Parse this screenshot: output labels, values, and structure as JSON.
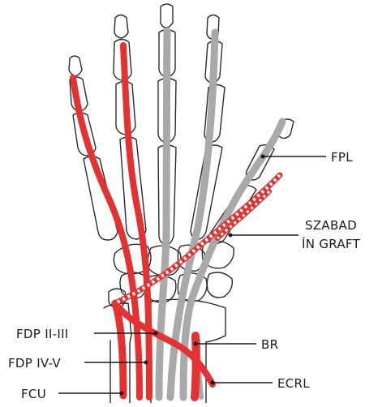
{
  "colors": {
    "red_tendon": "#e43232",
    "gray_tendon": "#a9a9a9",
    "bone_outline": "#2a2a2a",
    "label_text": "#1a1a1a",
    "background": "#ffffff"
  },
  "labels": {
    "fpl": "FPL",
    "graft_line1": "SZABAD",
    "graft_line2": "ÍN GRAFT",
    "fdp_2_3": "FDP II-III",
    "fdp_4_5": "FDP IV-V",
    "fcu": "FCU",
    "br": "BR",
    "ecrl": "ECRL"
  }
}
